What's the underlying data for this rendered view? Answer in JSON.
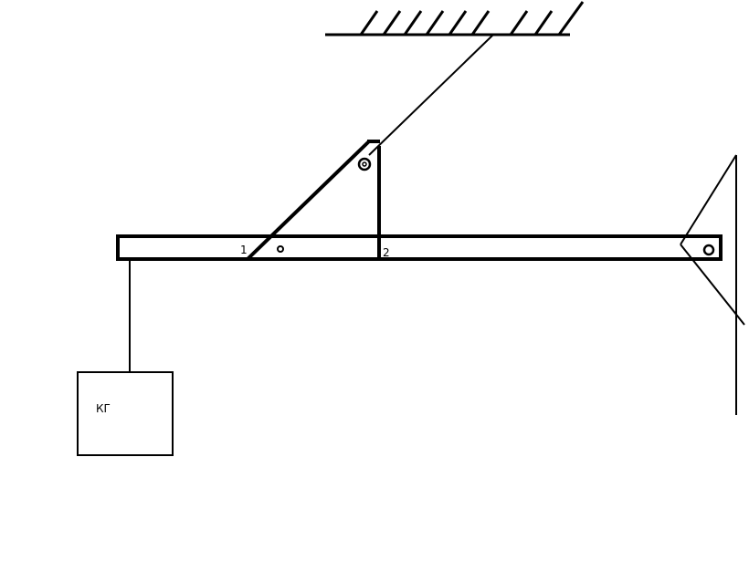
{
  "labels": {
    "point_1": "1",
    "point_2": "2",
    "mass": "КГ"
  },
  "colors": {
    "stroke": "#000000",
    "background": "#ffffff"
  }
}
